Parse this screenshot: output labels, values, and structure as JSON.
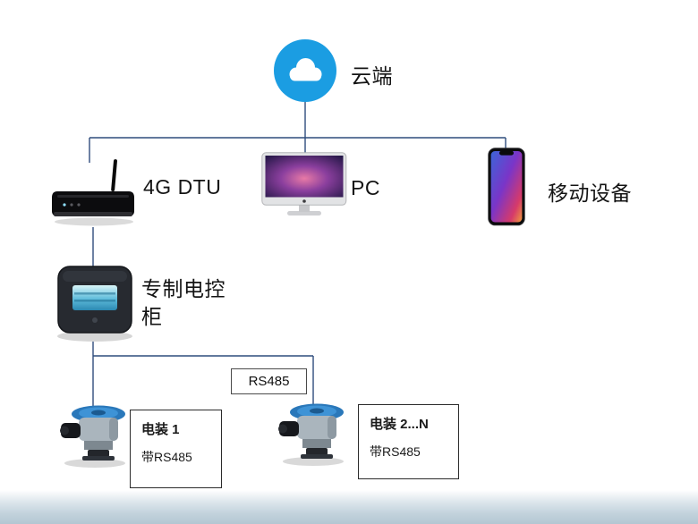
{
  "diagram": {
    "cloud": {
      "label": "云端"
    },
    "dtu": {
      "label": "4G DTU"
    },
    "pc": {
      "label": "PC"
    },
    "mobile": {
      "label": "移动设备"
    },
    "cabinet": {
      "label_line1": "专制电控",
      "label_line2": "柜"
    },
    "bus": {
      "label": "RS485"
    },
    "actuators": [
      {
        "title": "电装 1",
        "subtitle": "带RS485"
      },
      {
        "title": "电装 2...N",
        "subtitle": "带RS485"
      }
    ]
  },
  "icons": {
    "cloud": "cloud-icon",
    "dtu": "router-device-icon",
    "pc": "imac-device-icon",
    "mobile": "smartphone-device-icon",
    "cabinet": "control-cabinet-icon",
    "actuator": "valve-actuator-icon"
  },
  "colors": {
    "cloud_blue": "#1b9de2",
    "line": "#2f4d7d"
  }
}
